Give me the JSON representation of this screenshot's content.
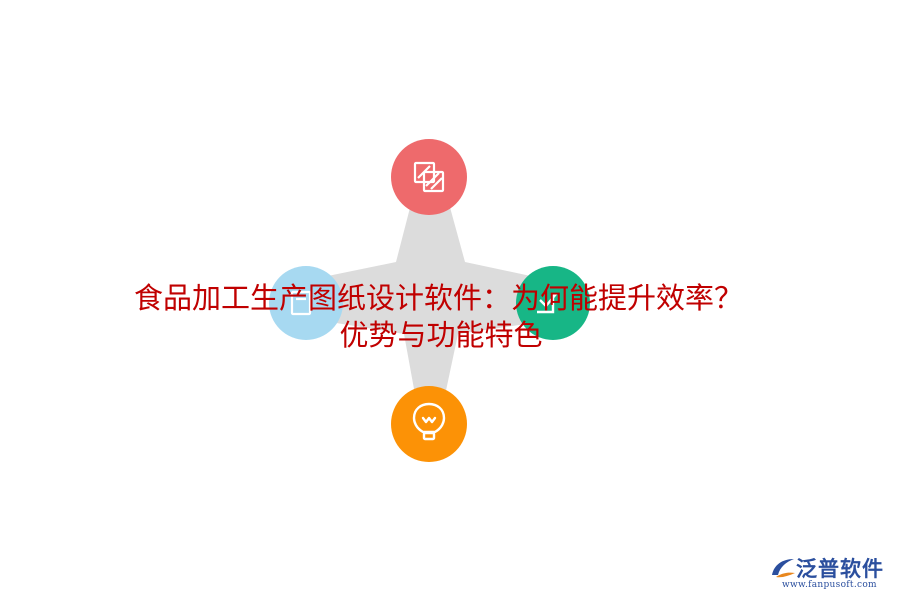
{
  "diagram": {
    "colors": {
      "connector": "#dcdcdc",
      "top": "#ee6a6c",
      "left": "#a7d9f1",
      "right": "#17b686",
      "bottom": "#fc9206",
      "title": "#c00000"
    },
    "nodes": [
      {
        "id": "top",
        "icon": "stacked-squares-icon"
      },
      {
        "id": "left",
        "icon": "document-icon"
      },
      {
        "id": "right",
        "icon": "checkbox-icon"
      },
      {
        "id": "bottom",
        "icon": "lightbulb-icon"
      }
    ]
  },
  "title": {
    "line1": "食品加工生产图纸设计软件：为何能提升效率？",
    "line2": "优势与功能特色"
  },
  "logo": {
    "name": "泛普软件",
    "url": "www.fanpusoft.com"
  }
}
